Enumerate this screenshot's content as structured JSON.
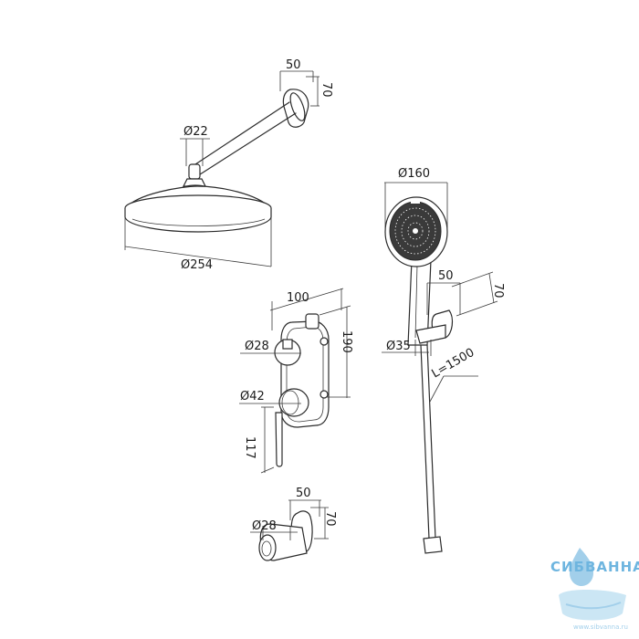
{
  "dimensions": {
    "head_arm_width": "50",
    "head_arm_height": "70",
    "arm_diameter": "Ø22",
    "head_diameter": "Ø254",
    "hand_diameter": "Ø160",
    "holder_width": "50",
    "holder_height": "70",
    "hose_diameter": "Ø35",
    "hose_length": "L=1500",
    "mixer_width": "100",
    "mixer_height": "190",
    "mixer_small_knob": "Ø28",
    "mixer_handle": "Ø42",
    "mixer_lever": "117",
    "spout_width": "50",
    "spout_height": "70",
    "spout_diameter": "Ø28"
  },
  "watermark": {
    "brand": "СИБВАННА",
    "url": "www.sibvanna.ru"
  },
  "colors": {
    "line": "#2b2b2b",
    "watermark": "#4aa3d8"
  }
}
